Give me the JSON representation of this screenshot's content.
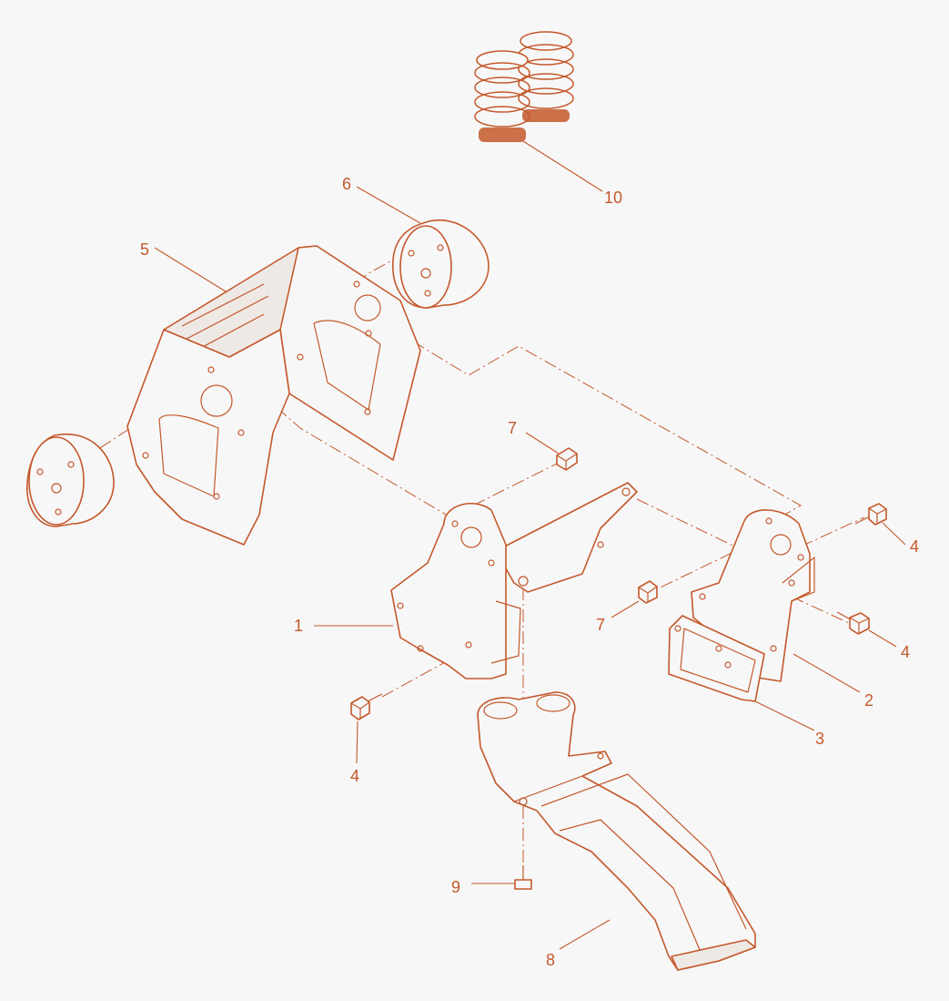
{
  "diagram": {
    "ink_color": "#c4582b",
    "callouts": [
      {
        "id": "c1",
        "text": "1"
      },
      {
        "id": "c2",
        "text": "2"
      },
      {
        "id": "c3",
        "text": "3"
      },
      {
        "id": "c4a",
        "text": "4"
      },
      {
        "id": "c4b",
        "text": "4"
      },
      {
        "id": "c4c",
        "text": "4"
      },
      {
        "id": "c5",
        "text": "5"
      },
      {
        "id": "c6",
        "text": "6"
      },
      {
        "id": "c7a",
        "text": "7"
      },
      {
        "id": "c7b",
        "text": "7"
      },
      {
        "id": "c8",
        "text": "8"
      },
      {
        "id": "c9",
        "text": "9"
      },
      {
        "id": "c10",
        "text": "10"
      }
    ]
  }
}
